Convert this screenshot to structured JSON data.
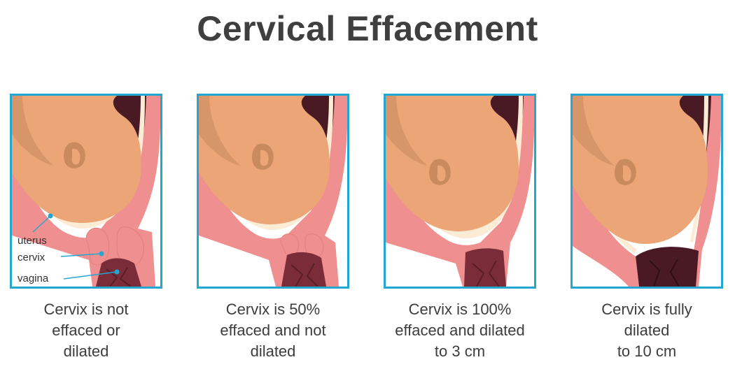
{
  "title": "Cervical Effacement",
  "colors": {
    "frame": "#23a6cf",
    "skin": "#eba577",
    "skin_shadow": "#b07a52",
    "uterus_wall": "#ef8f8f",
    "lining": "#fcebd5",
    "cavity_dark": "#4a1a24",
    "vagina": "#7a2c38"
  },
  "labels": {
    "uterus": "uterus",
    "cervix": "cervix",
    "vagina": "vagina"
  },
  "panels": [
    {
      "caption": [
        "Cervix is not",
        "effaced or",
        "dilated"
      ]
    },
    {
      "caption": [
        "Cervix is 50%",
        "effaced and not",
        "dilated"
      ]
    },
    {
      "caption": [
        "Cervix is 100%",
        "effaced and dilated",
        "to 3 cm"
      ]
    },
    {
      "caption": [
        "Cervix is fully",
        "dilated",
        "to 10 cm"
      ]
    }
  ]
}
